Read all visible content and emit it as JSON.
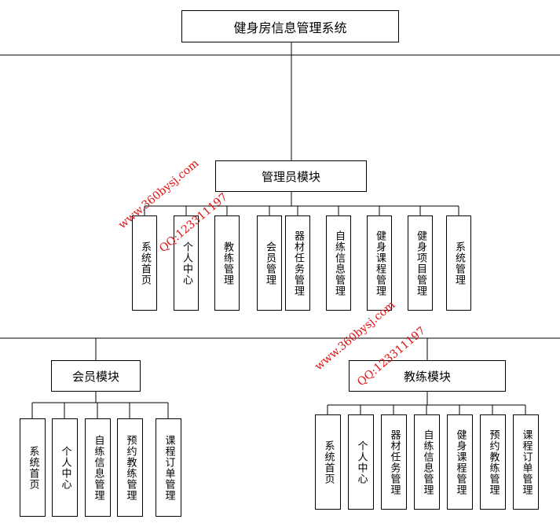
{
  "title": "健身房信息管理系统",
  "admin": {
    "label": "管理员模块",
    "items": [
      "系统首页",
      "个人中心",
      "教练管理",
      "会员管理",
      "器材任务管理",
      "自练信息管理",
      "健身课程管理",
      "健身项目管理",
      "系统管理"
    ]
  },
  "member": {
    "label": "会员模块",
    "items": [
      "系统首页",
      "个人中心",
      "自练信息管理",
      "预约教练管理",
      "课程订单管理"
    ]
  },
  "coach": {
    "label": "教练模块",
    "items": [
      "系统首页",
      "个人中心",
      "器材任务管理",
      "自练信息管理",
      "健身课程管理",
      "预约教练管理",
      "课程订单管理"
    ]
  },
  "watermarks": [
    "www.360bysj.com",
    "QQ:123311197"
  ],
  "colors": {
    "line": "#000000",
    "watermark": "#dd1111"
  }
}
